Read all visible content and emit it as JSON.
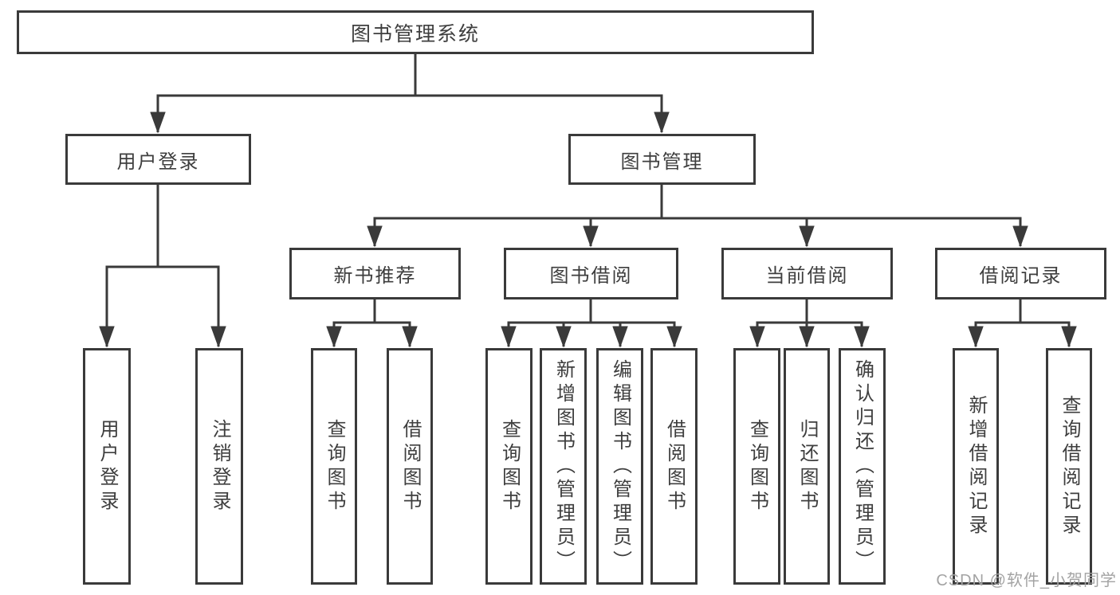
{
  "tree": {
    "label": "图书管理系统",
    "children": [
      {
        "label": "用户登录",
        "children": [
          {
            "label": "用户登录"
          },
          {
            "label": "注销登录"
          }
        ]
      },
      {
        "label": "图书管理",
        "children": [
          {
            "label": "新书推荐",
            "children": [
              {
                "label": "查询图书"
              },
              {
                "label": "借阅图书"
              }
            ]
          },
          {
            "label": "图书借阅",
            "children": [
              {
                "label": "查询图书"
              },
              {
                "label": "新增图书（管理员）"
              },
              {
                "label": "编辑图书（管理员）"
              },
              {
                "label": "借阅图书"
              }
            ]
          },
          {
            "label": "当前借阅",
            "children": [
              {
                "label": "查询图书"
              },
              {
                "label": "归还图书"
              },
              {
                "label": "确认归还（管理员）"
              }
            ]
          },
          {
            "label": "借阅记录",
            "children": [
              {
                "label": "新增借阅记录"
              },
              {
                "label": "查询借阅记录"
              }
            ]
          }
        ]
      }
    ]
  },
  "watermark": {
    "text": "CSDN @软件_小贺同学"
  },
  "colors": {
    "line": "#3a3a3a",
    "text": "#3e3e3e",
    "watermark": "#a3a3a3",
    "background": "#ffffff"
  }
}
